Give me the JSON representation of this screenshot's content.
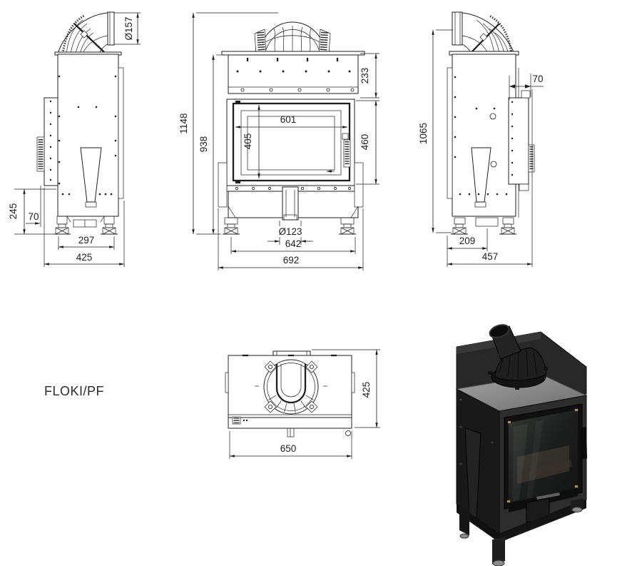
{
  "title": "FLOKI/PF",
  "drawing": {
    "ink_color": "#1f1f1f",
    "background": "#ffffff",
    "views": {
      "side_left": {
        "label": "left-side-view",
        "dims": {
          "flue_diameter": "Ø157",
          "rear_clearance_height": "245",
          "front_offset": "70",
          "foot_spacing": "297",
          "depth": "425"
        }
      },
      "front": {
        "label": "front-view",
        "dims": {
          "total_height": "1148",
          "body_height": "938",
          "top_section_height": "233",
          "glass_width": "601",
          "glass_height": "405",
          "door_height": "460",
          "outlet_diameter": "Ø123",
          "inner_width": "642",
          "total_width": "692"
        }
      },
      "side_right": {
        "label": "right-side-view",
        "dims": {
          "rear_panel_offset": "70",
          "flue_height": "1065",
          "foot_offset": "209",
          "depth": "457"
        }
      },
      "top": {
        "label": "top-view",
        "dims": {
          "depth": "425",
          "width": "650"
        }
      }
    }
  },
  "render_3d": {
    "label": "product-3d-render",
    "body_color": "#2d2d2d",
    "top_color": "#8f8f8f",
    "glass_accent_color": "#c8a23c"
  }
}
